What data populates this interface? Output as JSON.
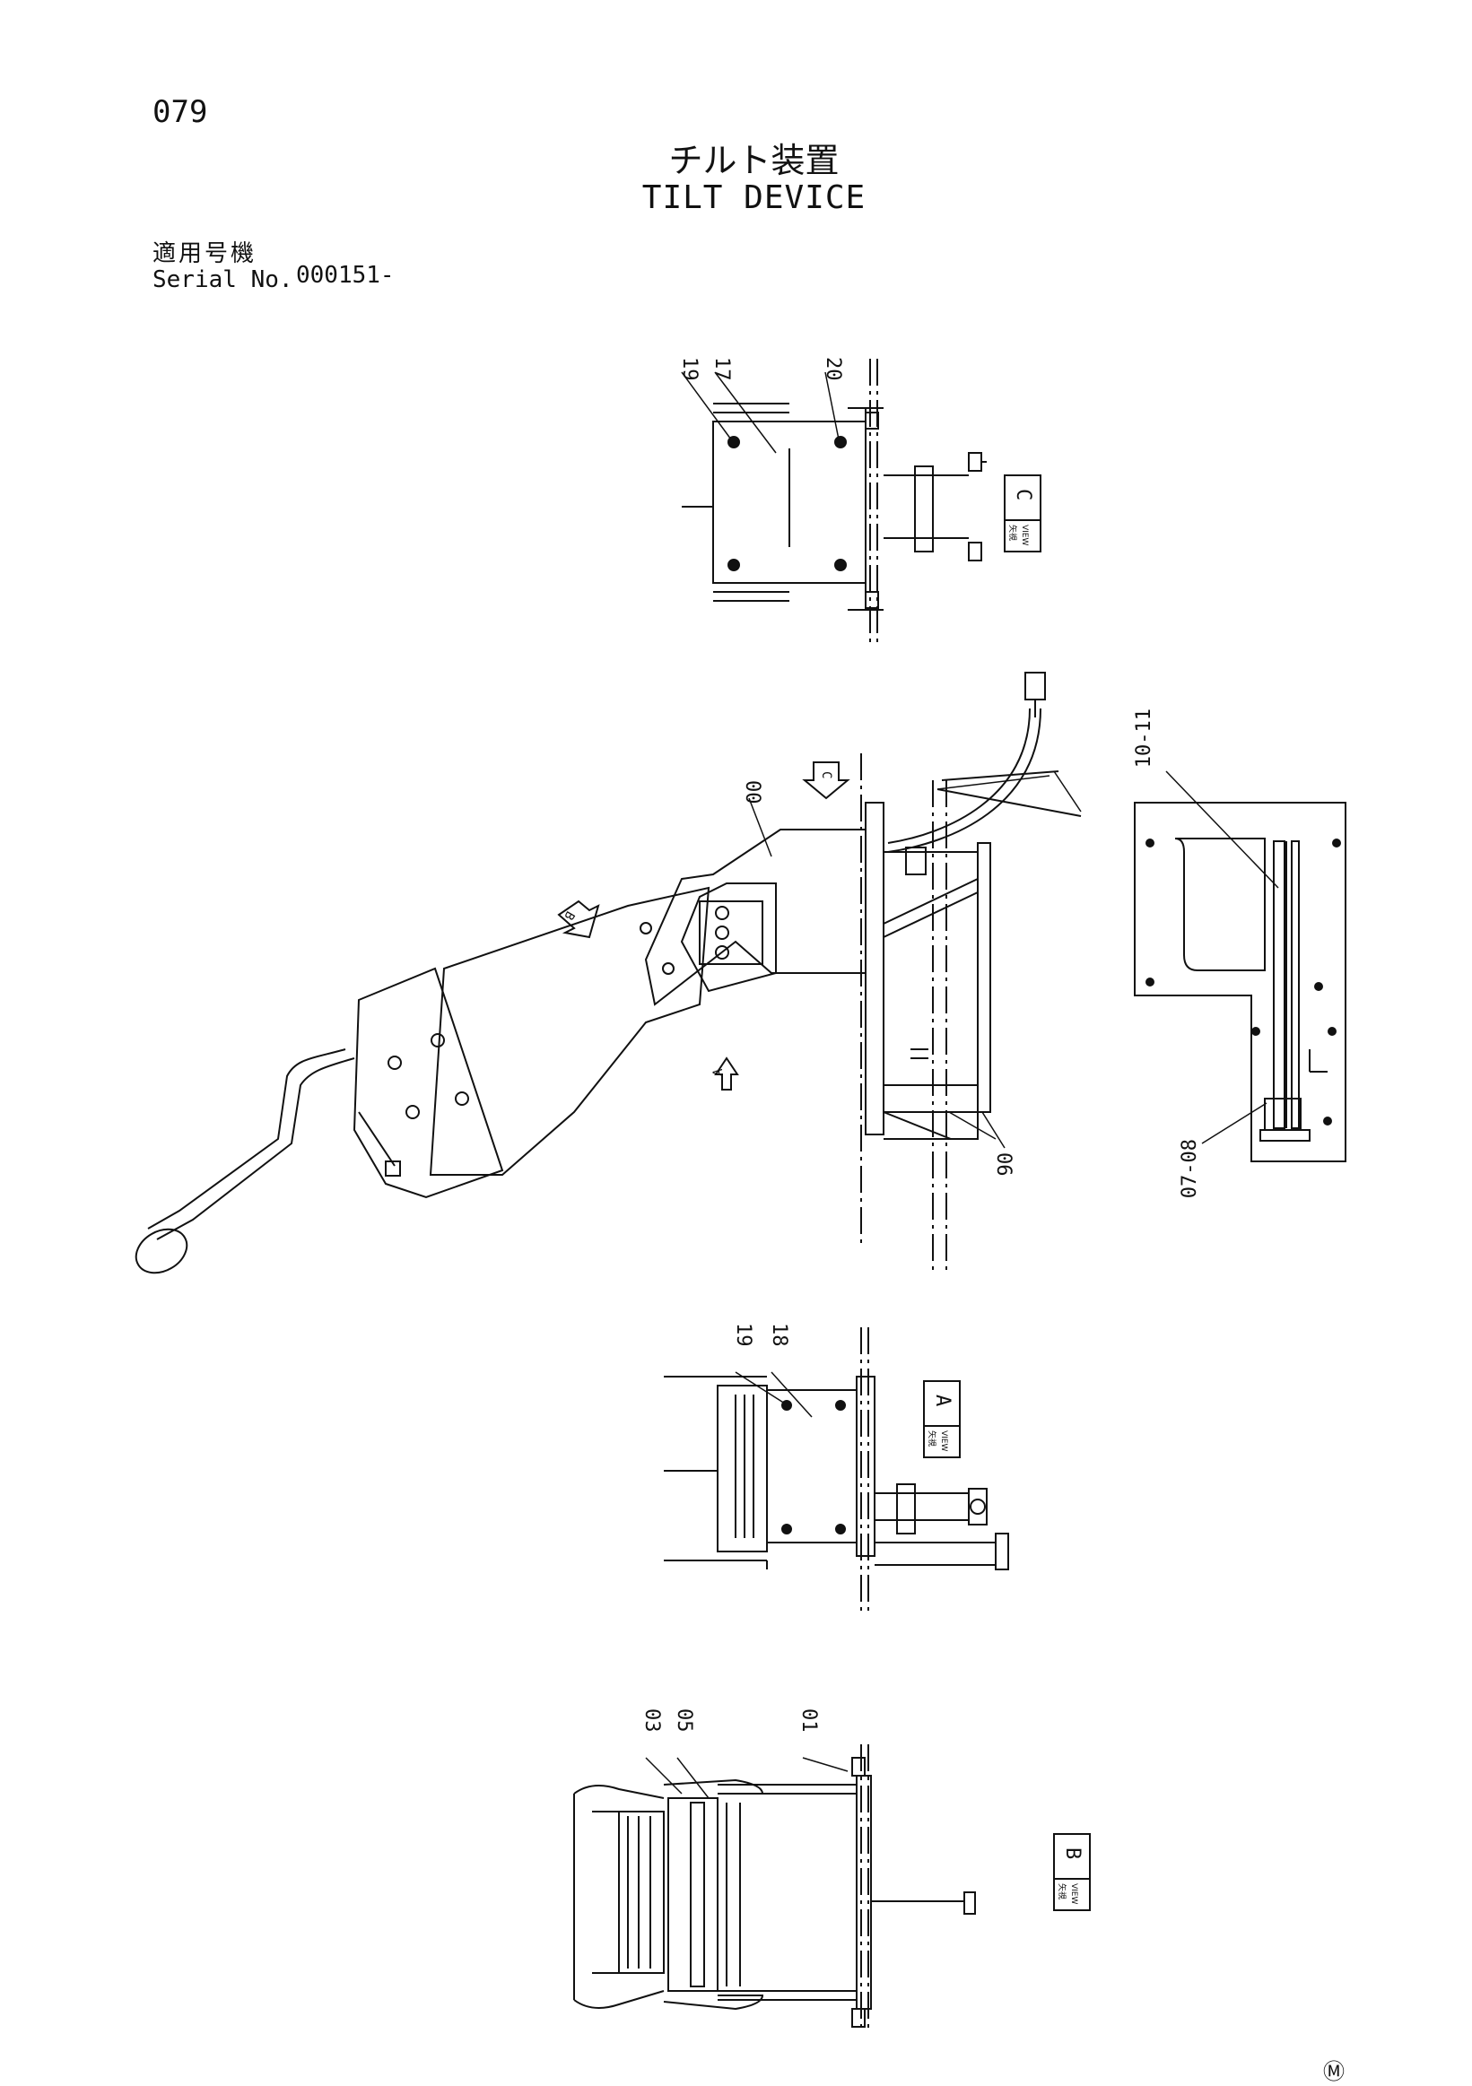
{
  "page": {
    "number": "079"
  },
  "title": {
    "jp": "チルト装置",
    "en": "TILT DEVICE"
  },
  "serial": {
    "label_jp": "適用号機",
    "label_en": "Serial No.",
    "value": "000151-"
  },
  "footer_mark": "Ⓜ",
  "view_boxes": [
    {
      "kanji": "矢視",
      "word": "VIEW",
      "letter": "C"
    },
    {
      "kanji": "矢視",
      "word": "VIEW",
      "letter": "A"
    },
    {
      "kanji": "矢視",
      "word": "VIEW",
      "letter": "B"
    }
  ],
  "arrows": [
    "C",
    "B",
    "A"
  ],
  "part_labels": {
    "view_c": [
      "19",
      "17",
      "20"
    ],
    "main": [
      "00",
      "06",
      "10-11",
      "07-08"
    ],
    "view_a": [
      "19",
      "18"
    ],
    "view_b": [
      "03",
      "05",
      "01"
    ]
  }
}
